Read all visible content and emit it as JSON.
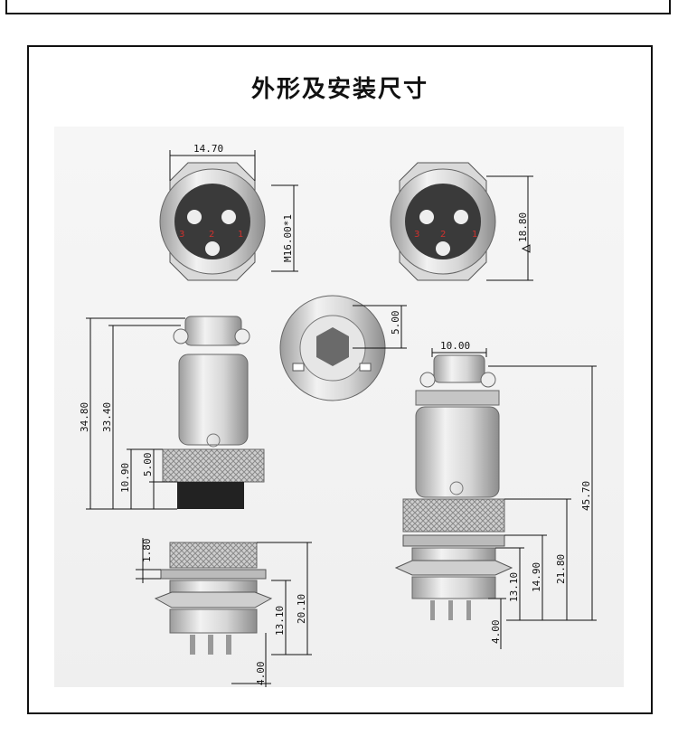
{
  "title": "外形及安装尺寸",
  "dimensions": {
    "front_width": "14.70",
    "front_thread": "M16.00*1",
    "rear_hex": "18.80",
    "plug_total": "34.80",
    "plug_body": "33.40",
    "plug_lower": "10.90",
    "plug_nut": "5.00",
    "end_view": "5.00",
    "socket_panel": "1.80",
    "socket_total": "20.10",
    "socket_thread": "13.10",
    "socket_pins": "4.00",
    "right_width": "10.00",
    "right_total": "45.70",
    "right_body": "21.80",
    "right_mid": "14.90",
    "right_thread": "13.10",
    "right_pins": "4.00"
  },
  "pins": [
    "1",
    "2",
    "3"
  ],
  "colors": {
    "pin_label": "#d0312d",
    "line": "#111111",
    "metal": "#c9c9c9",
    "dark": "#333333"
  }
}
